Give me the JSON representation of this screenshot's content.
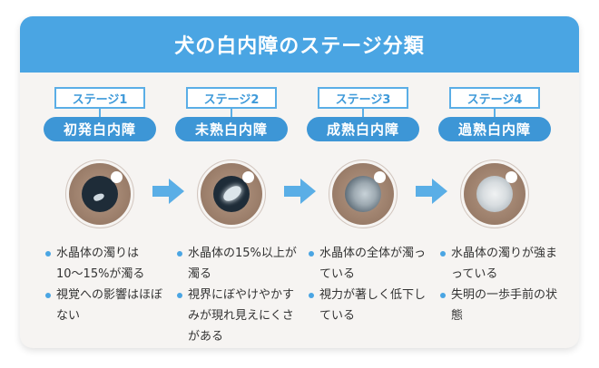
{
  "title": "犬の白内障のステージ分類",
  "colors": {
    "header": "#4aa5e3",
    "stage_name_bg": "#3d96d6",
    "arrow": "#5aaee6",
    "card_bg": "#f6f4f2"
  },
  "stages": [
    {
      "label": "ステージ1",
      "name": "初発白内障",
      "bullets": [
        "水晶体の濁りは10〜15%が濁る",
        "視覚への影響はほぼない"
      ]
    },
    {
      "label": "ステージ2",
      "name": "未熟白内障",
      "bullets": [
        "水晶体の15%以上が濁る",
        "視界にぼやけやかすみが現れ見えにくさがある"
      ]
    },
    {
      "label": "ステージ3",
      "name": "成熟白内障",
      "bullets": [
        "水晶体の全体が濁っている",
        "視力が著しく低下している"
      ]
    },
    {
      "label": "ステージ4",
      "name": "過熟白内障",
      "bullets": [
        "水晶体の濁りが強まっている",
        "失明の一歩手前の状態"
      ]
    }
  ]
}
